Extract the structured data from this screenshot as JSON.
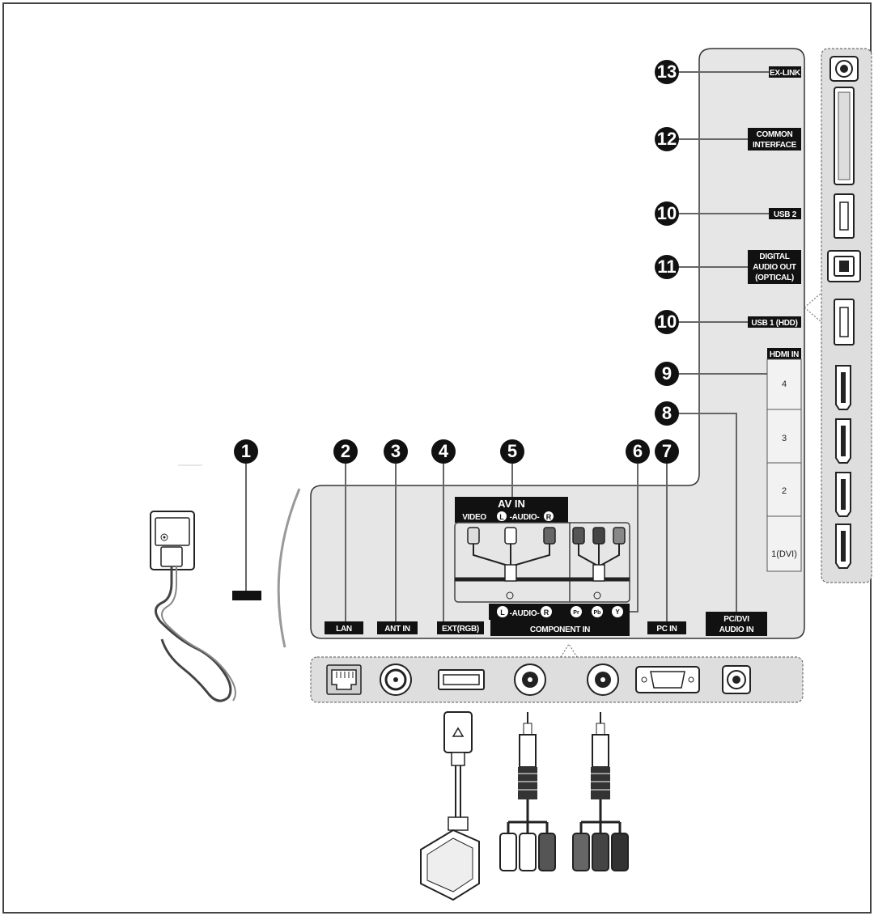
{
  "callouts": {
    "n1": "1",
    "n2": "2",
    "n3": "3",
    "n4": "4",
    "n5": "5",
    "n6": "6",
    "n7": "7",
    "n8": "8",
    "n9": "9",
    "n10a": "10",
    "n11": "11",
    "n10b": "10",
    "n12": "12",
    "n13": "13"
  },
  "side_labels": {
    "ex_link": "EX-LINK",
    "common_interface_1": "COMMON",
    "common_interface_2": "INTERFACE",
    "usb2": "USB 2",
    "digital_audio_1": "DIGITAL",
    "digital_audio_2": "AUDIO OUT",
    "digital_audio_3": "(OPTICAL)",
    "usb1": "USB 1 (HDD)",
    "hdmi_in": "HDMI IN",
    "hdmi_4": "4",
    "hdmi_3": "3",
    "hdmi_2": "2",
    "hdmi_1": "1(DVI)"
  },
  "bottom_labels": {
    "lan": "LAN",
    "ant_in": "ANT IN",
    "ext_rgb": "EXT(RGB)",
    "av_in": "AV IN",
    "video": "VIDEO",
    "audio_top_l": "L",
    "audio_top_text": "-AUDIO-",
    "audio_top_r": "R",
    "audio_bottom_l": "L",
    "audio_bottom_text": "-AUDIO-",
    "audio_bottom_r": "R",
    "pr": "Pr",
    "pb": "Pb",
    "y": "Y",
    "component_in": "COMPONENT IN",
    "pc_in": "PC IN",
    "pc_dvi_1": "PC/DVI",
    "pc_dvi_2": "AUDIO IN"
  },
  "colors": {
    "panel": "#e6e6e6",
    "strip": "#dcdcdc",
    "outline": "#333333",
    "label_bg": "#111111",
    "callout_bg": "#111111"
  }
}
